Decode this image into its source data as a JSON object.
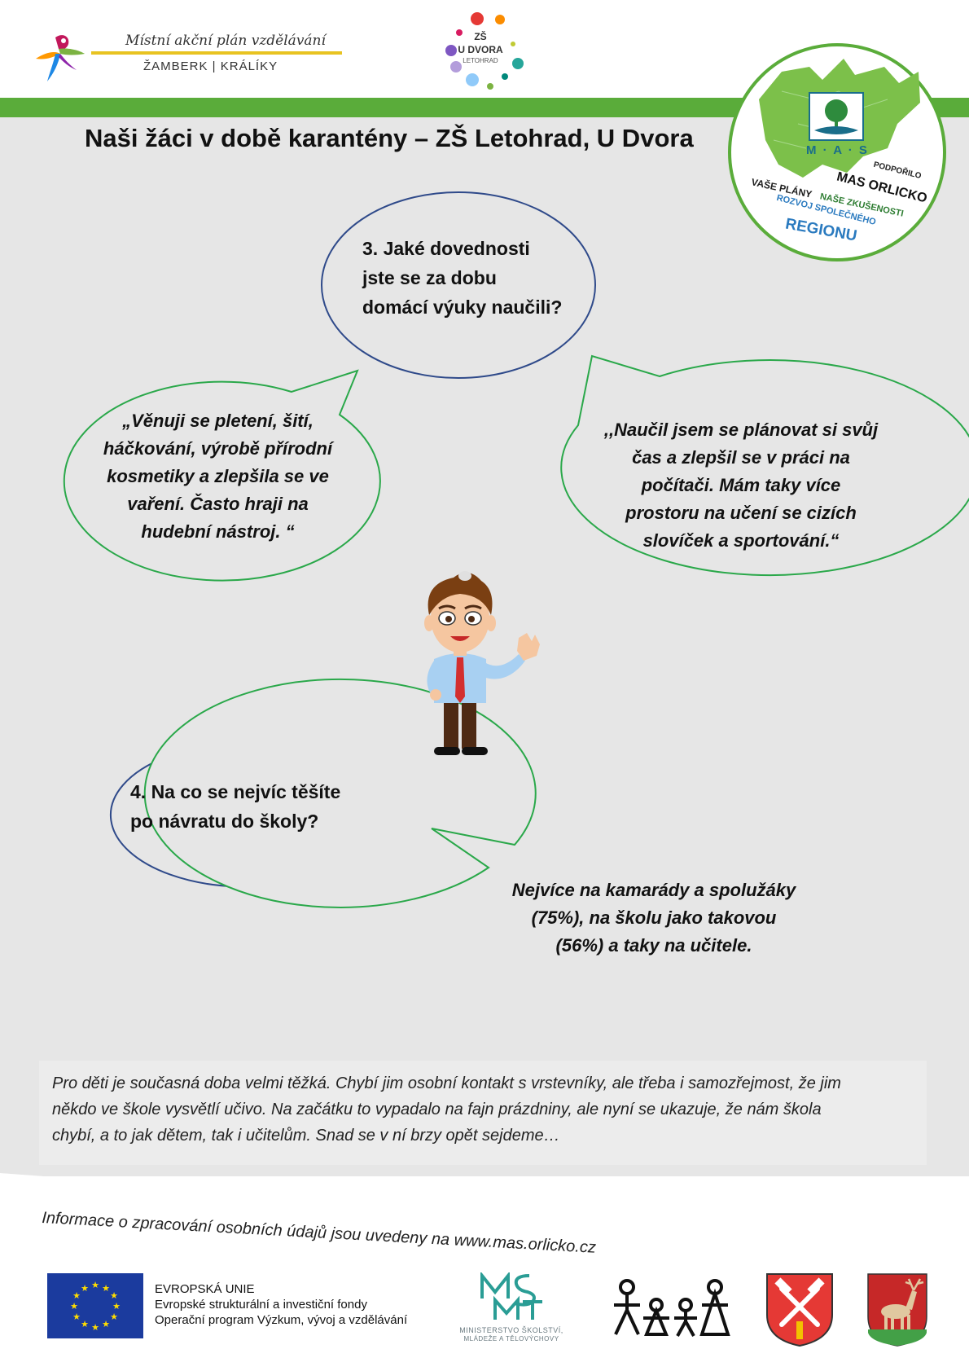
{
  "header": {
    "map_logo_title": "Místní akční plán vzdělávání",
    "map_logo_subtitle": "ŽAMBERK | KRÁLÍKY",
    "school_logo_line1": "ZŠ",
    "school_logo_line2": "U DVORA",
    "school_logo_line3": "LETOHRAD",
    "mas_badge": {
      "letters": "M · A · S",
      "podporilo": "PODPOŘILO",
      "name": "MAS ORLICKO",
      "slogan1": "VAŠE PLÁNY",
      "slogan2": "NAŠE ZKUŠENOSTI",
      "slogan3": "ROZVOJ SPOLEČNÉHO",
      "slogan4": "REGIONU"
    },
    "accent_green": "#5aac3a",
    "bubble_blue": "#2f4a8a",
    "bubble_green": "#2aa84a"
  },
  "title": "Naši žáci v době karantény – ZŠ Letohrad, U Dvora",
  "question3": {
    "line1": "3. Jaké dovednosti",
    "line2": "jste se za dobu",
    "line3": "domácí výuky naučili?"
  },
  "answer3a": {
    "line1": "„Věnuji se pletení, šití,",
    "line2": "háčkování, výrobě přírodní",
    "line3": "kosmetiky a zlepšila se ve",
    "line4": "vaření. Často hraji na",
    "line5": "hudební nástroj. “"
  },
  "answer3b": {
    "line1": ",,Naučil jsem se plánovat si svůj",
    "line2": "čas a zlepšil se v práci na",
    "line3": "počítači. Mám taky více",
    "line4": "prostoru na učení se cizích",
    "line5": "slovíček a sportování.“"
  },
  "question4": {
    "line1": "4. Na co se nejvíc těšíte",
    "line2": "po návratu do školy?"
  },
  "answer4": {
    "line1": "Nejvíce na kamarády a spolužáky",
    "line2": "(75%), na školu jako takovou",
    "line3": "(56%) a taky na učitele."
  },
  "summary": {
    "line1": "Pro děti je současná doba velmi těžká. Chybí jim osobní kontakt s vrstevníky, ale třeba i samozřejmost, že jim",
    "line2": "někdo ve škole vysvětlí učivo. Na začátku to vypadalo na fajn prázdniny, ale nyní se ukazuje, že nám škola",
    "line3": "chybí, a to jak dětem, tak i učitelům. Snad se v ní brzy opět sejdeme…"
  },
  "gdpr_note": "Informace o zpracování osobních údajů jsou uvedeny na www.mas.orlicko.cz",
  "footer": {
    "eu_line1": "EVROPSKÁ UNIE",
    "eu_line2": "Evropské strukturální a investiční fondy",
    "eu_line3": "Operační program Výzkum, vývoj a vzdělávání",
    "msmt_line1": "MINISTERSTVO ŠKOLSTVÍ,",
    "msmt_line2": "MLÁDEŽE A TĚLOVÝCHOVY"
  }
}
